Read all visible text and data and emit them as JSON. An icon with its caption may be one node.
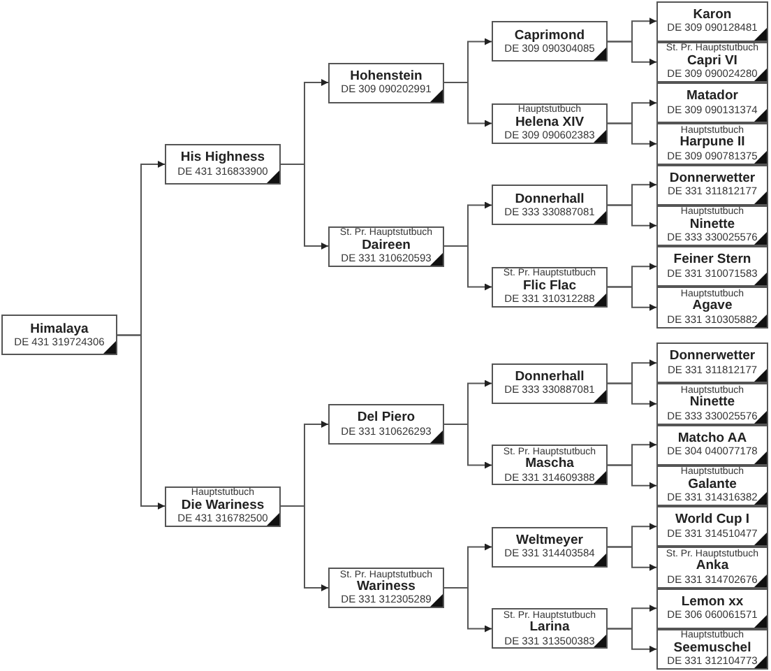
{
  "diagram": {
    "nodes": [
      {
        "text": [
          "Himalaya",
          "DE 431 319724306"
        ]
      },
      {
        "text": [
          "His Highness",
          "DE 431 316833900"
        ]
      },
      {
        "text": [
          "Hauptstutbuch",
          "Die Wariness",
          "DE 431 316782500"
        ]
      },
      {
        "text": [
          "Hohenstein",
          "DE 309 090202991"
        ]
      },
      {
        "text": [
          "St. Pr. Hauptstutbuch",
          "Daireen",
          "DE 331 310620593"
        ]
      },
      {
        "text": [
          "Del Piero",
          "DE 331 310626293"
        ]
      },
      {
        "text": [
          "St. Pr. Hauptstutbuch",
          "Wariness",
          "DE 331 312305289"
        ]
      },
      {
        "text": [
          "Caprimond",
          "DE 309 090304085"
        ]
      },
      {
        "text": [
          "Hauptstutbuch",
          "Helena XIV",
          "DE 309 090602383"
        ]
      },
      {
        "text": [
          "Donnerhall",
          "DE 333 330887081"
        ]
      },
      {
        "text": [
          "St. Pr. Hauptstutbuch",
          "Flic Flac",
          "DE 331 310312288"
        ]
      },
      {
        "text": [
          "Donnerhall",
          "DE 333 330887081"
        ]
      },
      {
        "text": [
          "St. Pr. Hauptstutbuch",
          "Mascha",
          "DE 331 314609388"
        ]
      },
      {
        "text": [
          "Weltmeyer",
          "DE 331 314403584"
        ]
      },
      {
        "text": [
          "St. Pr. Hauptstutbuch",
          "Larina",
          "DE 331 313500383"
        ]
      },
      {
        "text": [
          "Karon",
          "DE 309 090128481"
        ]
      },
      {
        "text": [
          "St. Pr. Hauptstutbuch",
          "Capri VI",
          "DE 309 090024280"
        ]
      },
      {
        "text": [
          "Matador",
          "DE 309 090131374"
        ]
      },
      {
        "text": [
          "Hauptstutbuch",
          "Harpune II",
          "DE 309 090781375"
        ]
      },
      {
        "text": [
          "Donnerwetter",
          "DE 331 311812177"
        ]
      },
      {
        "text": [
          "Hauptstutbuch",
          "Ninette",
          "DE 333 330025576"
        ]
      },
      {
        "text": [
          "Feiner Stern",
          "DE 331 310071583"
        ]
      },
      {
        "text": [
          "Hauptstutbuch",
          "Agave",
          "DE 331 310305882"
        ]
      },
      {
        "text": [
          "Donnerwetter",
          "DE 331 311812177"
        ]
      },
      {
        "text": [
          "Hauptstutbuch",
          "Ninette",
          "DE 333 330025576"
        ]
      },
      {
        "text": [
          "Matcho AA",
          "DE 304 040077178"
        ]
      },
      {
        "text": [
          "Hauptstutbuch",
          "Galante",
          "DE 331 314316382"
        ]
      },
      {
        "text": [
          "World Cup I",
          "DE 331 314510477"
        ]
      },
      {
        "text": [
          "St. Pr. Hauptstutbuch",
          "Anka",
          "DE 331 314702676"
        ]
      },
      {
        "text": [
          "Lemon xx",
          "DE 306 060061571"
        ]
      },
      {
        "text": [
          "Hauptstutbuch",
          "Seemuschel",
          "DE 331 312104773"
        ]
      }
    ],
    "edges": [
      {
        "from": 0,
        "to": 1,
        "arrow": "to"
      },
      {
        "from": 0,
        "to": 2,
        "arrow": "to"
      },
      {
        "from": 1,
        "to": 3,
        "arrow": "to"
      },
      {
        "from": 1,
        "to": 4,
        "arrow": "to"
      },
      {
        "from": 2,
        "to": 5,
        "arrow": "to"
      },
      {
        "from": 2,
        "to": 6,
        "arrow": "to"
      },
      {
        "from": 3,
        "to": 7,
        "arrow": "to"
      },
      {
        "from": 3,
        "to": 8,
        "arrow": "to"
      },
      {
        "from": 4,
        "to": 9,
        "arrow": "to"
      },
      {
        "from": 4,
        "to": 10,
        "arrow": "to"
      },
      {
        "from": 5,
        "to": 11,
        "arrow": "to"
      },
      {
        "from": 5,
        "to": 12,
        "arrow": "to"
      },
      {
        "from": 6,
        "to": 13,
        "arrow": "to"
      },
      {
        "from": 6,
        "to": 14,
        "arrow": "to"
      },
      {
        "from": 7,
        "to": 15,
        "arrow": "to"
      },
      {
        "from": 7,
        "to": 16,
        "arrow": "to"
      },
      {
        "from": 8,
        "to": 17,
        "arrow": "to"
      },
      {
        "from": 8,
        "to": 18,
        "arrow": "to"
      },
      {
        "from": 9,
        "to": 19,
        "arrow": "to"
      },
      {
        "from": 9,
        "to": 20,
        "arrow": "to"
      },
      {
        "from": 10,
        "to": 21,
        "arrow": "to"
      },
      {
        "from": 10,
        "to": 22,
        "arrow": "to"
      },
      {
        "from": 11,
        "to": 23,
        "arrow": "to"
      },
      {
        "from": 11,
        "to": 24,
        "arrow": "to"
      },
      {
        "from": 12,
        "to": 25,
        "arrow": "to"
      },
      {
        "from": 12,
        "to": 26,
        "arrow": "to"
      },
      {
        "from": 13,
        "to": 27,
        "arrow": "to"
      },
      {
        "from": 13,
        "to": 28,
        "arrow": "to"
      },
      {
        "from": 14,
        "to": 29,
        "arrow": "to"
      },
      {
        "from": 14,
        "to": 30,
        "arrow": "to"
      }
    ]
  }
}
